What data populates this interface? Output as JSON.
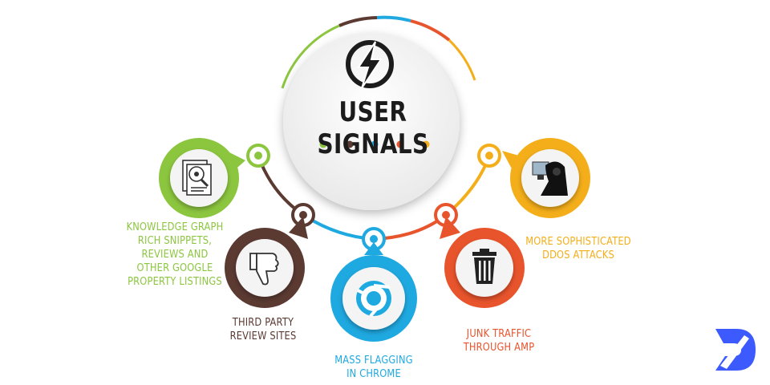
{
  "title": "USER SIGNALS",
  "colors": {
    "green": "#8cc63f",
    "brown": "#5b3a32",
    "blue": "#1fa9e1",
    "orange_red": "#e8542c",
    "amber": "#f4ae1a",
    "dark": "#1c1c1c",
    "logo_blue": "#3d5afe"
  },
  "signals": [
    {
      "id": "knowledge-graph",
      "icon": "magnifier-document-icon",
      "color": "#8cc63f",
      "label": [
        "KNOWLEDGE GRAPH",
        "RICH SNIPPETS,",
        "REVIEWS AND",
        "OTHER GOOGLE",
        "PROPERTY LISTINGS"
      ]
    },
    {
      "id": "third-party",
      "icon": "thumbs-down-icon",
      "color": "#5b3a32",
      "label": [
        "THIRD PARTY",
        "REVIEW SITES"
      ]
    },
    {
      "id": "mass-flagging",
      "icon": "chrome-icon",
      "color": "#1fa9e1",
      "label": [
        "MASS FLAGGING",
        "IN CHROME"
      ]
    },
    {
      "id": "junk-traffic",
      "icon": "trash-can-icon",
      "color": "#e8542c",
      "label": [
        "JUNK TRAFFIC",
        "THROUGH AMP"
      ]
    },
    {
      "id": "ddos",
      "icon": "hacker-icon",
      "color": "#f4ae1a",
      "label": [
        "MORE SOPHISTICATED",
        "DDOS ATTACKS"
      ]
    }
  ],
  "logo": {
    "name": "brand-logo-icon"
  }
}
